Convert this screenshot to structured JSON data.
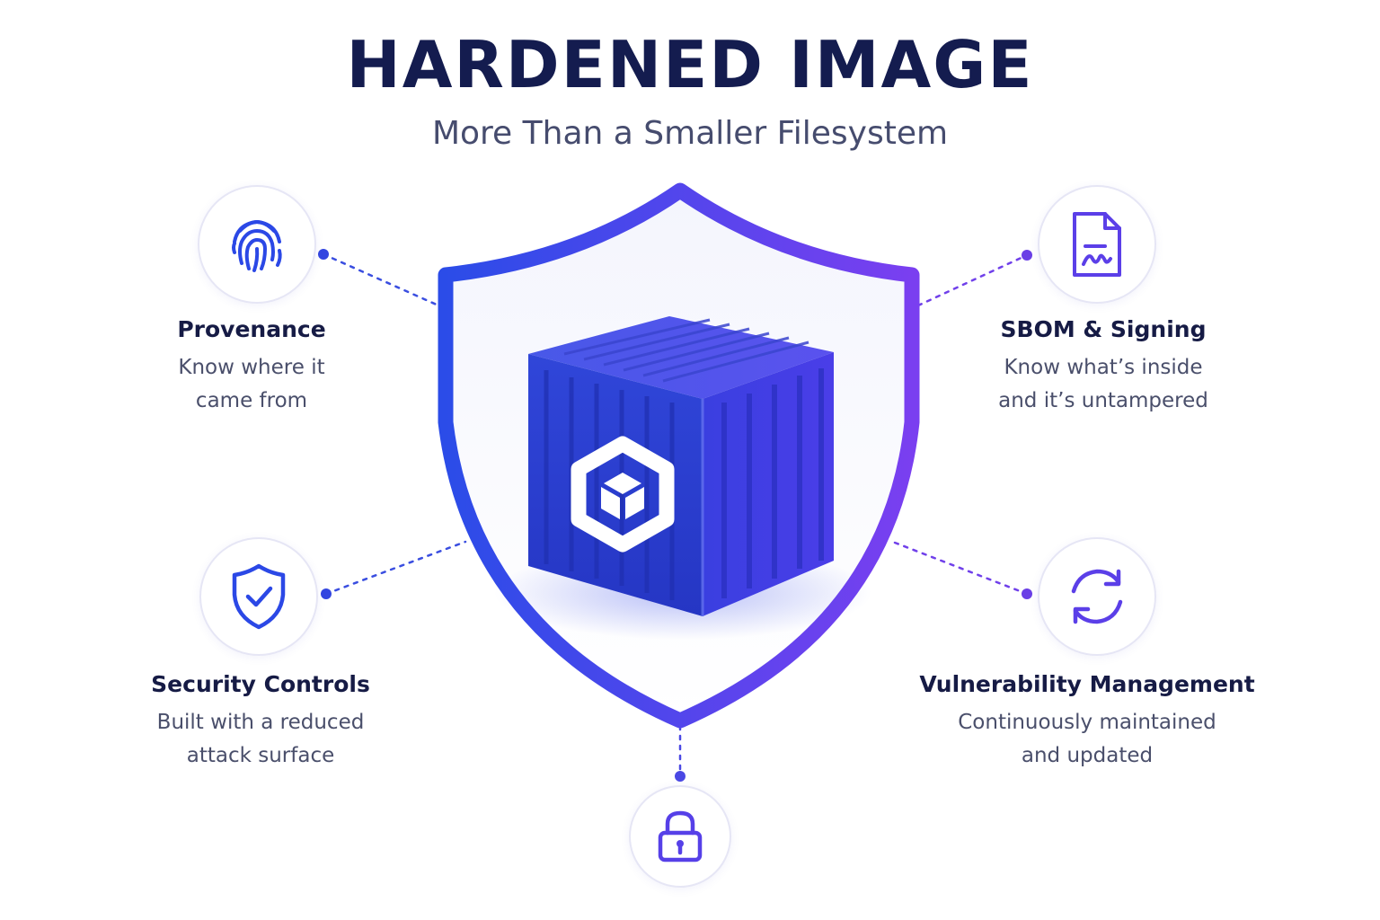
{
  "header": {
    "title": "HARDENED IMAGE",
    "subtitle": "More Than a Smaller Filesystem"
  },
  "colors": {
    "title": "#141c4f",
    "accent_blue": "#2b44e0",
    "accent_purple": "#7a3ff0",
    "container_blue": "#2a3fd6",
    "text_muted": "#4a4f6b"
  },
  "features": {
    "provenance": {
      "icon": "fingerprint-icon",
      "title": "Provenance",
      "desc_line1": "Know where it",
      "desc_line2": "came from"
    },
    "sbom": {
      "icon": "signed-document-icon",
      "title": "SBOM & Signing",
      "desc_line1": "Know what’s inside",
      "desc_line2": "and it’s untampered"
    },
    "security": {
      "icon": "shield-check-icon",
      "title": "Security Controls",
      "desc_line1": "Built with a reduced",
      "desc_line2": "attack surface"
    },
    "vulnerability": {
      "icon": "refresh-icon",
      "title": "Vulnerability Management",
      "desc_line1": "Continuously maintained",
      "desc_line2": "and updated"
    },
    "lock": {
      "icon": "lock-icon"
    }
  },
  "center": {
    "shield_icon": "shield-icon",
    "container_icon": "shipping-container-icon",
    "badge_icon": "cube-badge-icon"
  }
}
